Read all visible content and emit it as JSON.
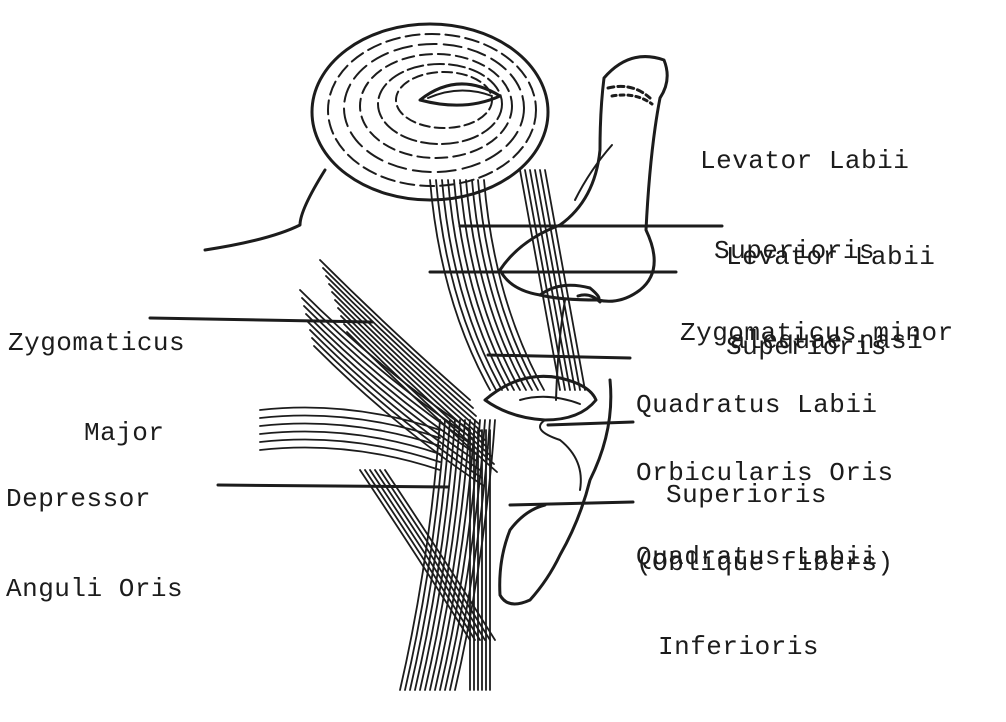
{
  "figure": {
    "labels": {
      "levator_alequae": [
        "Levator Labii",
        "Superioris",
        "alequae nasi"
      ],
      "levator_sup": [
        "Levator Labii",
        "Superioris"
      ],
      "zygomaticus_minor": "Zygomaticus minor",
      "zygomaticus_major": [
        "Zygomaticus",
        "Major"
      ],
      "quadratus_sup": [
        "Quadratus Labii",
        "Superioris"
      ],
      "orbicularis": [
        "Orbicularis Oris",
        "(Oblique fibers)"
      ],
      "depressor": [
        "Depressor",
        "Anguli Oris"
      ],
      "quadratus_inf": [
        "Quadratus Labii",
        "Inferioris"
      ]
    },
    "ink_color": "#1c1c1c"
  }
}
